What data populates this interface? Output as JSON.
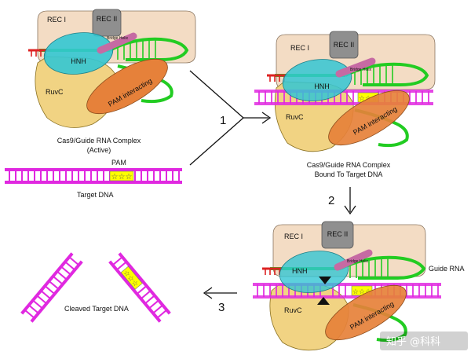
{
  "stage1": {
    "rec1": "REC I",
    "rec2": "REC II",
    "hnh": "HNH",
    "bridge": "Bridge Helix",
    "ruvc": "RuvC",
    "pam_interacting": "PAM interacting",
    "caption_line1": "Cas9/Guide RNA Complex",
    "caption_line2": "(Active)"
  },
  "target": {
    "pam": "PAM",
    "label": "Target DNA"
  },
  "stage2": {
    "rec1": "REC I",
    "rec2": "REC II",
    "hnh": "HNH",
    "bridge": "Bridge Helix",
    "ruvc": "RuvC",
    "pam_interacting": "PAM interacting",
    "caption_line1": "Cas9/Guide RNA Complex",
    "caption_line2": "Bound To Target DNA"
  },
  "stage3": {
    "rec1": "REC I",
    "rec2": "REC II",
    "hnh": "HNH",
    "bridge": "Bridge Helix",
    "ruvc": "RuvC",
    "pam_interacting": "PAM interacting",
    "guide_rna": "Guide RNA"
  },
  "cleaved": {
    "label": "Cleaved Target DNA"
  },
  "steps": {
    "one": "1",
    "two": "2",
    "three": "3"
  },
  "watermark": "知乎 @科科",
  "colors": {
    "rec_lobe": "#f3dcc4",
    "rec2": "#8f8f8f",
    "hnh": "#33c6d3",
    "ruvc": "#f1d383",
    "pam_interacting": "#e6813a",
    "bridge_helix": "#c66aa3",
    "guide_rna": "#22cc22",
    "target_dna": "#e028e0",
    "guide_5prime": "#dd2222",
    "pam_star": "#ffff00"
  }
}
